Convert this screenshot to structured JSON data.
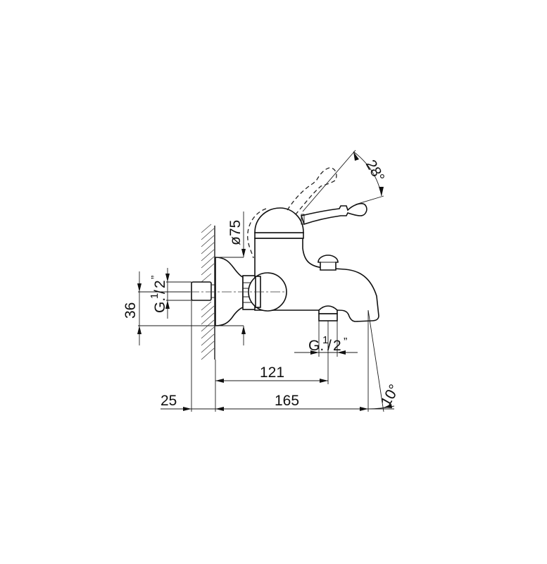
{
  "drawing": {
    "title": "Bath mixer technical drawing",
    "dimensions": {
      "offset_25": "25",
      "length_165": "165",
      "length_121": "121",
      "height_36": "36",
      "diameter_75": "ø75",
      "lever_angle": "28°",
      "spout_angle": "10°",
      "inlet_thread": "G.½\"",
      "outlet_thread": "G.½\""
    },
    "thread_parts": {
      "prefix": "G.",
      "numerator": "1",
      "slash": "/",
      "denominator": "2",
      "inch": "”"
    }
  }
}
